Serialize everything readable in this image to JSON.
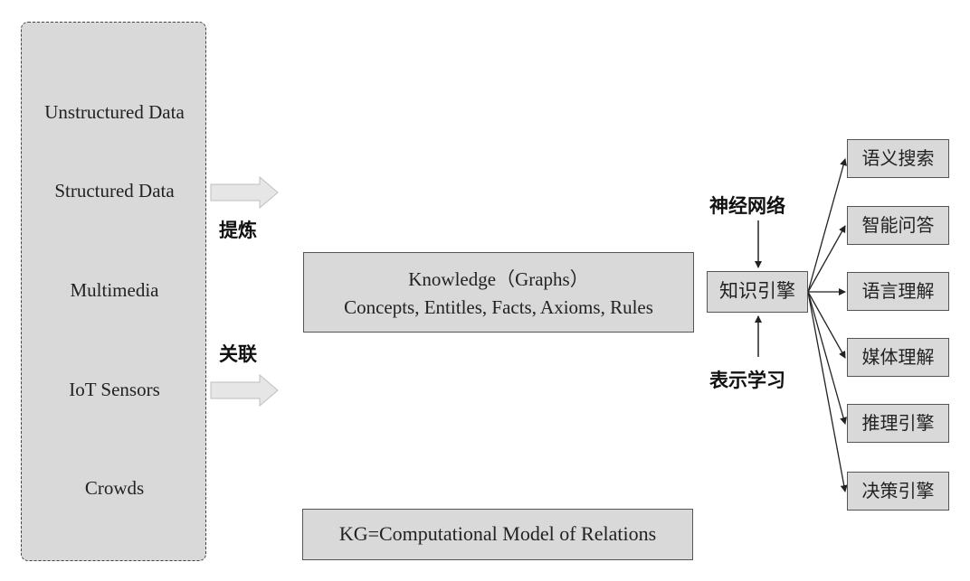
{
  "sources": [
    "Unstructured Data",
    "Structured Data",
    "Multimedia",
    "IoT Sensors",
    "Crowds"
  ],
  "process_labels": {
    "extract": "提炼",
    "associate": "关联"
  },
  "knowledge_box": {
    "title": "Knowledge（Graphs）",
    "subtitle": "Concepts, Entitles, Facts, Axioms, Rules"
  },
  "kg_note": "KG=Computational Model of Relations",
  "engine": {
    "label": "知识引擎",
    "top_input": "神经网络",
    "bottom_input": "表示学习"
  },
  "applications": [
    "语义搜索",
    "智能问答",
    "语言理解",
    "媒体理解",
    "推理引擎",
    "决策引擎"
  ],
  "colors": {
    "box_fill": "#d9d9d9",
    "arrow_fill": "#e6e6e6",
    "line": "#222222"
  }
}
